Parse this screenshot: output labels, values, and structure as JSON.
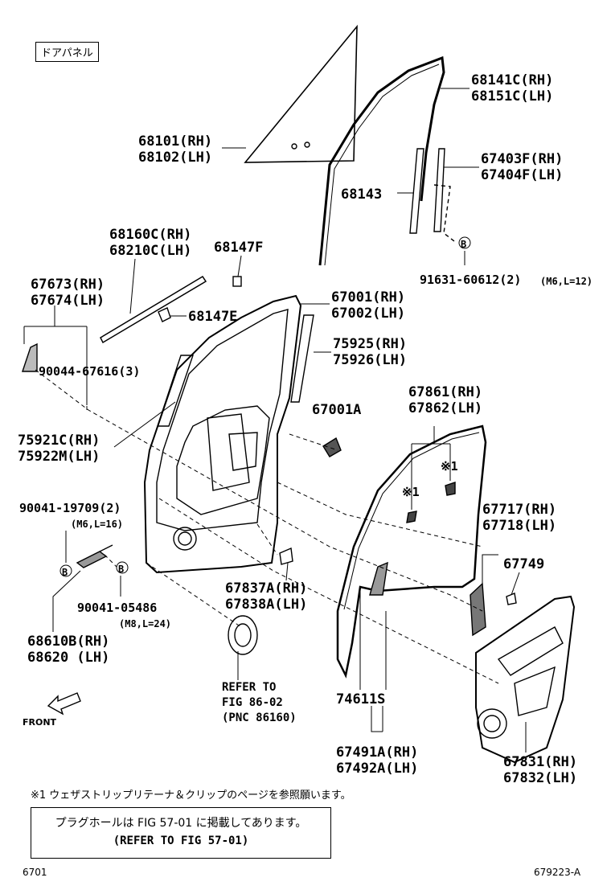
{
  "header_box": "ドアパネル",
  "labels": {
    "l68141": "68141C(RH)",
    "l68151": "68151C(LH)",
    "l68101": "68101(RH)",
    "l68102": "68102(LH)",
    "l67403": "67403F(RH)",
    "l67404": "67404F(LH)",
    "l68143": "68143",
    "l68160": "68160C(RH)",
    "l68210": "68210C(LH)",
    "l68147f": "68147F",
    "l91631": "91631-60612(2)",
    "l91631spec": "(M6,L=12)",
    "l67673": "67673(RH)",
    "l67674": "67674(LH)",
    "l68147e": "68147E",
    "l67001": "67001(RH)",
    "l67002": "67002(LH)",
    "l90044": "90044-67616(3)",
    "l75925": "75925(RH)",
    "l75926": "75926(LH)",
    "l67001a": "67001A",
    "l67861": "67861(RH)",
    "l67862": "67862(LH)",
    "l75921": "75921C(RH)",
    "l75922": "75922M(LH)",
    "l90041a": "90041-19709(2)",
    "l90041aspec": "(M6,L=16)",
    "l67717": "67717(RH)",
    "l67718": "67718(LH)",
    "l67749": "67749",
    "l67837": "67837A(RH)",
    "l67838": "67838A(LH)",
    "l90041b": "90041-05486",
    "l90041bspec": "(M8,L=24)",
    "l68610": "68610B(RH)",
    "l68620": "68620 (LH)",
    "ref1": "REFER TO",
    "ref2": "FIG 86-02",
    "ref3": "(PNC 86160)",
    "l74611": "74611S",
    "l67491": "67491A(RH)",
    "l67492": "67492A(LH)",
    "l67831": "67831(RH)",
    "l67832": "67832(LH)",
    "mark1a": "※1",
    "mark1b": "※1",
    "front": "FRONT",
    "callout_b": "B"
  },
  "note": "※1 ウェザストリップリテーナ＆クリップのページを参照願います。",
  "infobox": {
    "line1": "プラグホールは FIG 57-01 に掲載してあります。",
    "line2": "(REFER TO FIG 57-01)"
  },
  "footer": {
    "left": "6701",
    "right": "679223-A"
  }
}
